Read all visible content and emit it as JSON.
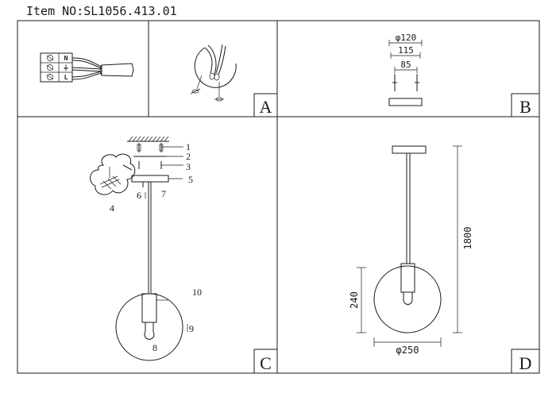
{
  "title": "Item NO:SL1056.413.01",
  "panels": {
    "a": {
      "letter": "A"
    },
    "b": {
      "letter": "B",
      "dims": [
        "φ120",
        "115",
        "85"
      ]
    },
    "c": {
      "letter": "C",
      "callouts": [
        "1",
        "2",
        "3",
        "4",
        "5",
        "6",
        "7",
        "8",
        "9",
        "10"
      ]
    },
    "d": {
      "letter": "D",
      "dims": [
        "1800",
        "240",
        "φ250"
      ]
    }
  },
  "terminal_marks": [
    "N",
    "⏚",
    "L"
  ]
}
